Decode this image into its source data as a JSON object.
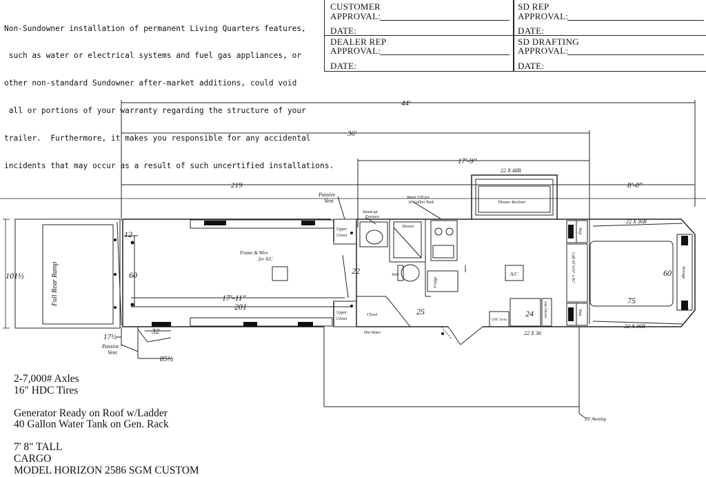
{
  "disclaimer": {
    "lines": [
      "Non-Sundowner installation of permanent Living Quarters features,",
      " such as water or electrical systems and fuel gas appliances, or",
      "other non-standard Sundowner after-market additions, could void",
      " all or portions of your warranty regarding the structure of your",
      "trailer.  Furthermore, it makes you responsible for any accidental",
      "incidents that may occur as a result of such uncertified installations."
    ]
  },
  "approval": {
    "customer": "CUSTOMER",
    "approval_label": "APPROVAL:",
    "date_label": "DATE:",
    "sd_rep": "SD REP",
    "dealer_rep": "DEALER REP",
    "sd_drafting": "SD DRAFTING"
  },
  "dimensions": {
    "overall_length": "44'",
    "box_length": "36'",
    "lq_length": "17'-9\"",
    "rear_219": "219",
    "gooseneck": "8'-0\"",
    "rear_width": "101½",
    "ramp_12": "12",
    "ramp_60": "60",
    "horse_length": "17'-11\"",
    "horse_201": "201",
    "d22": "22",
    "d25": "25",
    "d24": "24",
    "d60_nose": "60",
    "d75": "75",
    "d32": "32",
    "d17": "17½",
    "d85": "85½",
    "win_slide": "22 X 48R",
    "win_nose_top": "22 X 36R",
    "win_nose_bot": "22 X 36R",
    "win_door": "22 X 36"
  },
  "labels": {
    "ramp": "Full Rear Ramp",
    "passive_vent_top": "Passive",
    "passive_vent_top2": "Vent",
    "passive_vent_bot": "Passive",
    "passive_vent_bot2": "Vent",
    "frame_wire": "Frame & Wire",
    "frame_wire2": "for A/C",
    "standup_furnace": "Stand-up",
    "standup_furnace2": "Furnace",
    "water_fill": "Water Fill for",
    "water_fill2": "30 Gallon Tank",
    "upper_closet_top": "Upper",
    "upper_closet_top2": "Closet",
    "upper_closet_bot": "Upper",
    "upper_closet_bot2": "Closet",
    "shower": "Shower",
    "vent": "Vent",
    "fridge": "Fridge",
    "closet": "Closet",
    "hot_water": "Hot Water",
    "theater_recliner": "Theater Recliner",
    "ac": "A/C",
    "step_top": "Step",
    "step_bot": "Step",
    "step_top2": "Step",
    "step_bot2": "Step",
    "cab": "Cab 45\"x10\" x 82\"",
    "nose_storage": "Storage",
    "awning": "20' Awning",
    "gen": "GHC Gens",
    "sofa": "Sofa Dinette"
  },
  "specs": {
    "axles": "2-7,000# Axles",
    "tires": "16\" HDC Tires",
    "generator": "Generator Ready on Roof w/Ladder",
    "water_tank": "40 Gallon Water Tank on Gen. Rack",
    "tall": "7' 8\" TALL",
    "cargo": "CARGO",
    "model": "MODEL HORIZON 2586 SGM CUSTOM"
  }
}
